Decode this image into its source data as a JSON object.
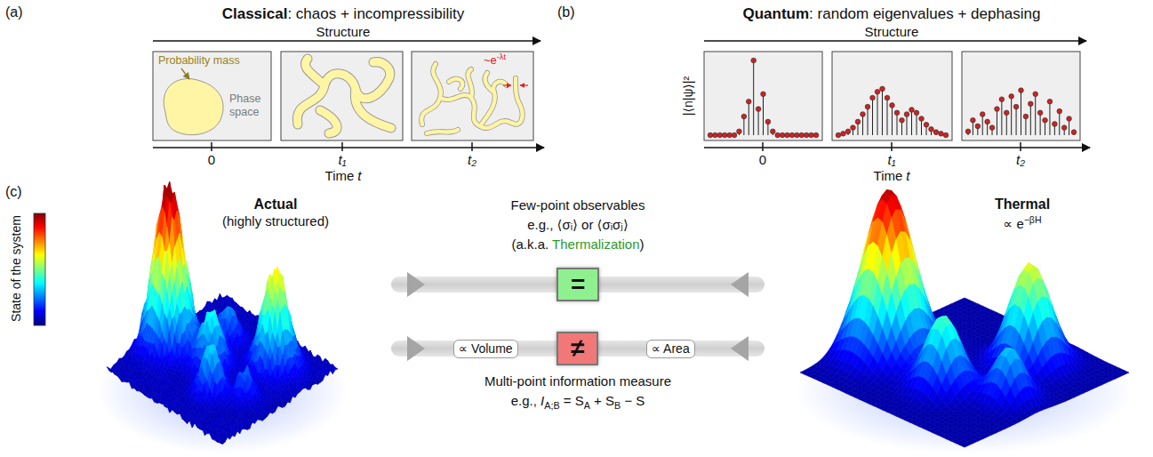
{
  "diagram": {
    "nodes": [
      {
        "text": [
          "="
        ]
      },
      {
        "text": [
          "∝ Volume"
        ]
      },
      {
        "text": [
          "≠"
        ]
      },
      {
        "text": [
          "∝ Area"
        ]
      }
    ],
    "labels": [
      "(a)",
      "Classical",
      ": chaos + incompressibility",
      "Structure",
      "Probability mass",
      "Phase space",
      "~e",
      "-λt",
      "0",
      "t₁",
      "t₂",
      "Time",
      "t",
      "(b)",
      "Quantum",
      ": random eigenvalues + dephasing",
      "Structure",
      "|⟨n|ψ⟩|²",
      "0",
      "t₁",
      "t₂",
      "Time",
      "t",
      "(c)",
      "State of the system",
      "Actual",
      "(highly structured)",
      "Few-point observables",
      "e.g., ⟨σᵢ⟩ or ⟨σᵢσⱼ⟩",
      "(a.k.a. ",
      "Thermalization",
      ")",
      "Thermal",
      "∝ e",
      "−βH",
      "Multi-point information measure",
      "e.g., ",
      "I",
      "A;B",
      " = S",
      "A",
      " + S",
      "B",
      " − S"
    ]
  }
}
